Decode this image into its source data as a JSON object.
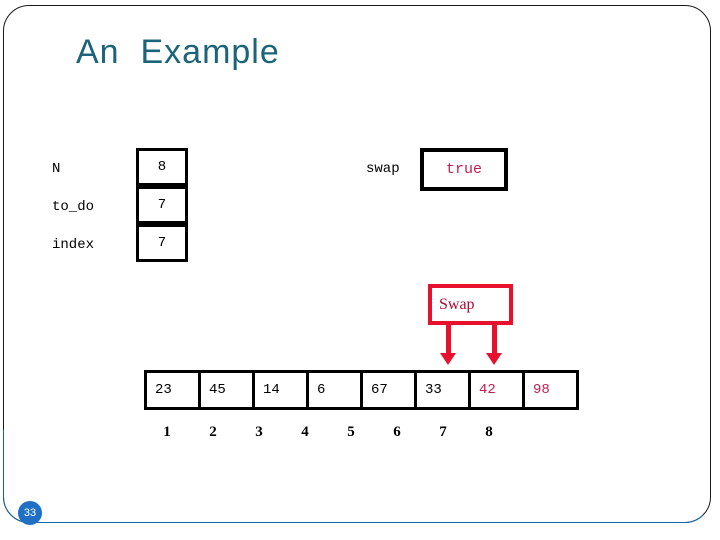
{
  "slide": {
    "title": "An  Example",
    "page_number": "33",
    "accent_title_color": "#1b6479",
    "accent_badge_color": "#1f6fc4",
    "highlight_color": "#bf1f4e",
    "callout_color": "#e8112d"
  },
  "variables": [
    {
      "label": "N",
      "value": "8"
    },
    {
      "label": "to_do",
      "value": "7"
    },
    {
      "label": "index",
      "value": "7"
    }
  ],
  "flag": {
    "label": "swap",
    "value": "true"
  },
  "callout": {
    "label": "Swap",
    "arrow_targets": [
      7,
      8
    ]
  },
  "array": {
    "values": [
      "23",
      "45",
      "14",
      "6",
      "67",
      "33",
      "42",
      "98"
    ],
    "highlighted": [
      false,
      false,
      false,
      false,
      false,
      false,
      true,
      true
    ],
    "indices": [
      "1",
      "2",
      "3",
      "4",
      "5",
      "6",
      "7",
      "8"
    ]
  }
}
